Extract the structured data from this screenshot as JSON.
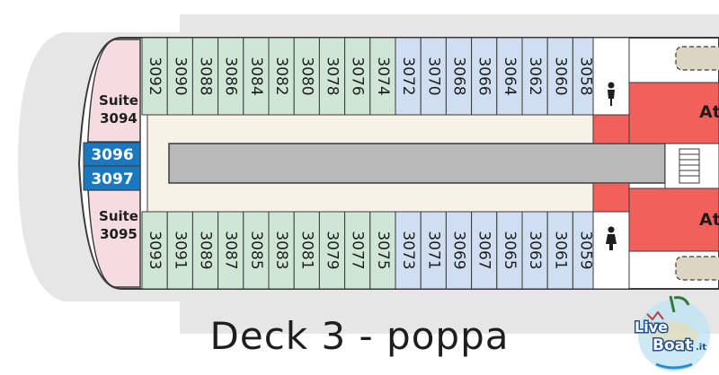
{
  "title": "Deck 3 - poppa",
  "suite_word": "Suite",
  "suite_top_number": "3094",
  "suite_bottom_number": "3095",
  "center_top_number": "3096",
  "center_bottom_number": "3097",
  "atrium_label": "At",
  "cabins_top": [
    "3092",
    "3090",
    "3088",
    "3086",
    "3084",
    "3082",
    "3080",
    "3078",
    "3076",
    "3074",
    "3072",
    "3070",
    "3068",
    "3066",
    "3064",
    "3062",
    "3060",
    "3058"
  ],
  "cabins_bottom": [
    "3093",
    "3091",
    "3089",
    "3087",
    "3085",
    "3083",
    "3081",
    "3079",
    "3077",
    "3075",
    "3073",
    "3071",
    "3069",
    "3067",
    "3065",
    "3063",
    "3061",
    "3059"
  ],
  "cabin_category_counts": {
    "green": 10,
    "lightblue": 8
  },
  "logo_text": "LiveBoat.it",
  "logo_word_live": "Live",
  "logo_word_boat": "Boat",
  "logo_suffix": ".it",
  "colors": {
    "green": "#cfe6d7",
    "lightblue": "#cfdff1",
    "suite_pink": "#f4dce1",
    "center_blue": "#1978c0",
    "atrium_red": "#f2605c",
    "hull_gray": "#e6e6e6",
    "corridor_gray": "#b9b9b9",
    "stroke": "#3a3a3a"
  },
  "icons": [
    "restroom-icon",
    "stairs-icon",
    "lifeboat-icon"
  ]
}
